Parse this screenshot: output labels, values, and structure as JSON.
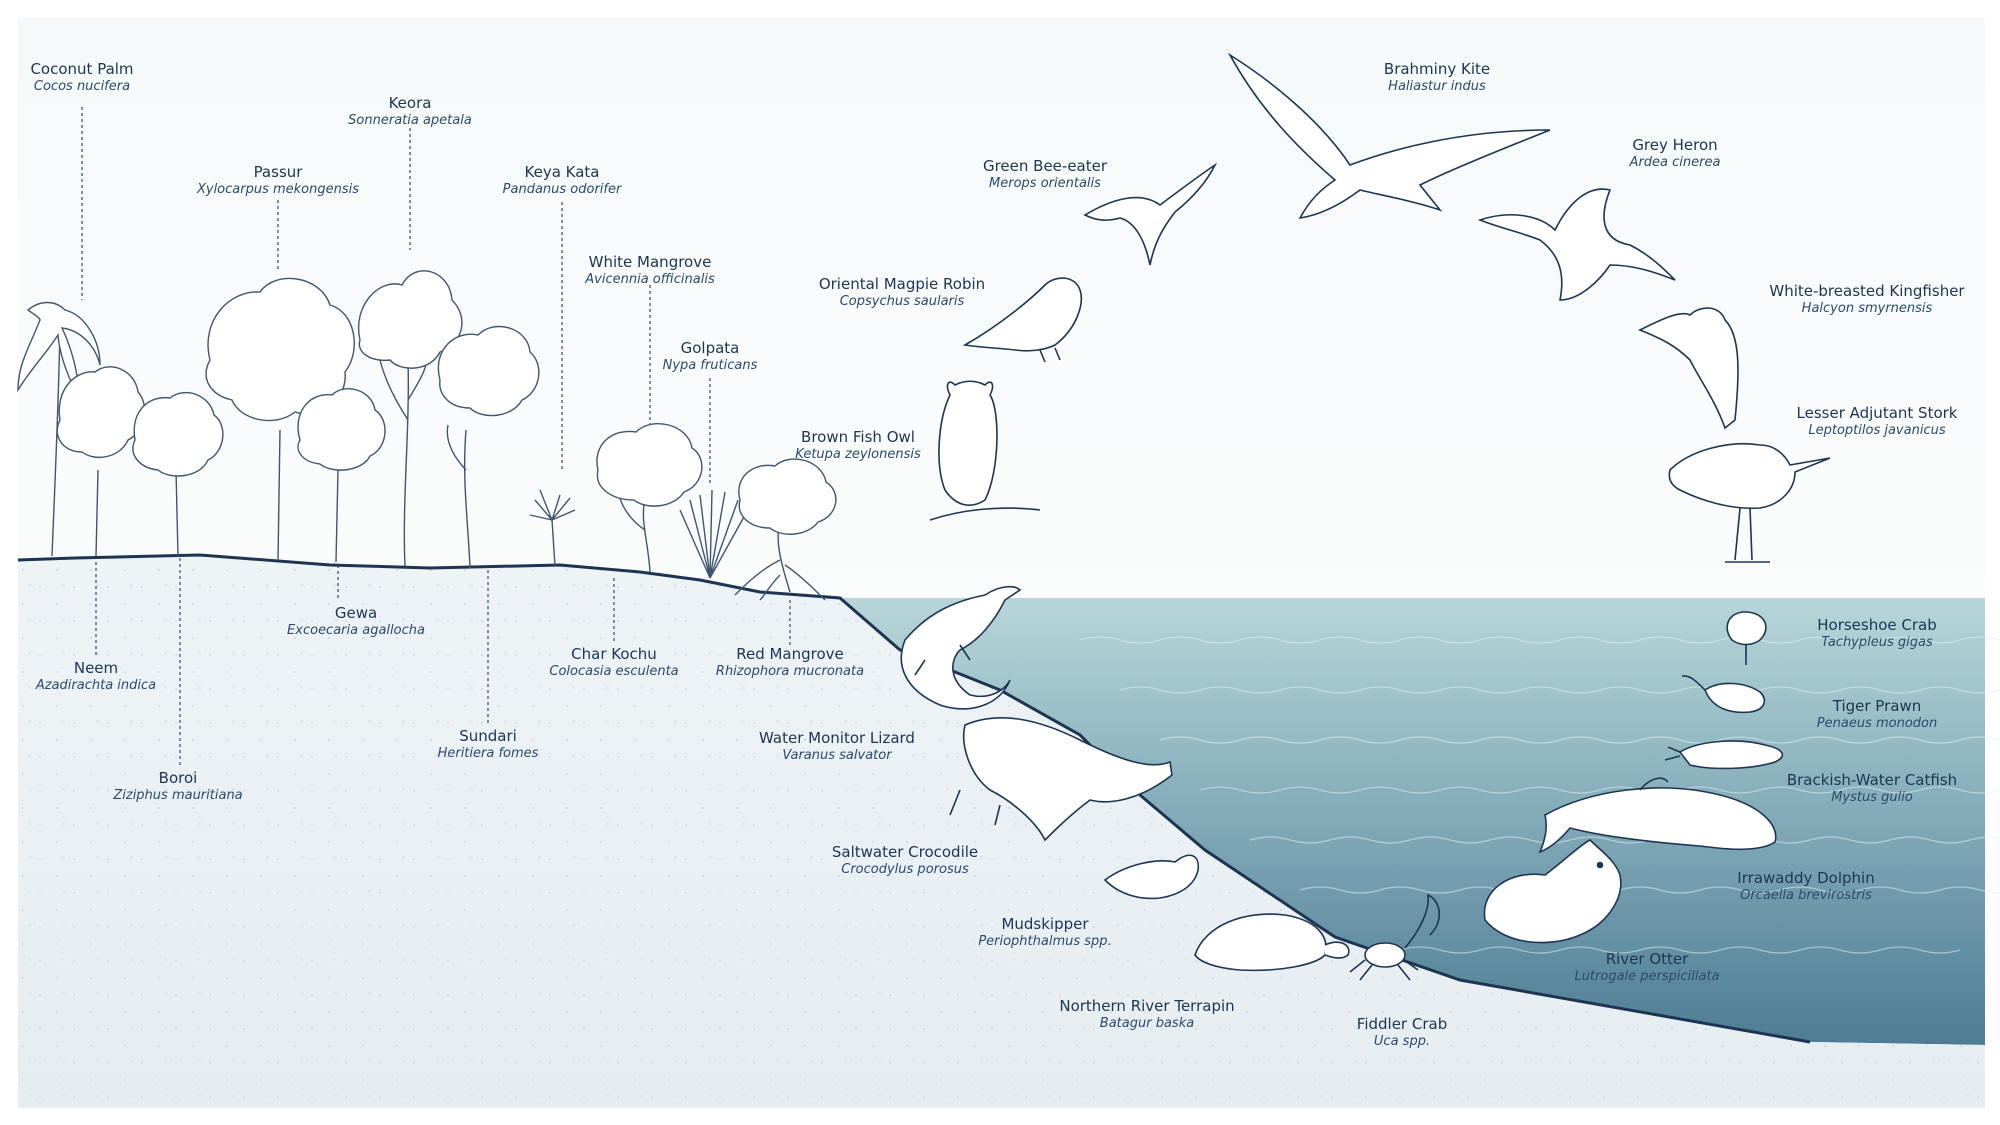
{
  "colors": {
    "ink": "#1e3552",
    "water_light": "#b8d6d9",
    "water_dark": "#4e7c94",
    "soil": "#edf2f5",
    "sky": "#f1f5f6"
  },
  "labels": {
    "coconut_palm": {
      "common": "Coconut Palm",
      "scientific": "Cocos nucifera"
    },
    "keora": {
      "common": "Keora",
      "scientific": "Sonneratia apetala"
    },
    "passur": {
      "common": "Passur",
      "scientific": "Xylocarpus mekongensis"
    },
    "keya_kata": {
      "common": "Keya Kata",
      "scientific": "Pandanus odorifer"
    },
    "white_mangrove": {
      "common": "White Mangrove",
      "scientific": "Avicennia officinalis"
    },
    "golpata": {
      "common": "Golpata",
      "scientific": "Nypa fruticans"
    },
    "neem": {
      "common": "Neem",
      "scientific": "Azadirachta indica"
    },
    "gewa": {
      "common": "Gewa",
      "scientific": "Excoecaria agallocha"
    },
    "boroi": {
      "common": "Boroi",
      "scientific": "Ziziphus mauritiana"
    },
    "sundari": {
      "common": "Sundari",
      "scientific": "Heritiera fomes"
    },
    "char_kochu": {
      "common": "Char Kochu",
      "scientific": "Colocasia esculenta"
    },
    "red_mangrove": {
      "common": "Red Mangrove",
      "scientific": "Rhizophora mucronata"
    },
    "brahminy_kite": {
      "common": "Brahminy Kite",
      "scientific": "Haliastur indus"
    },
    "green_bee_eater": {
      "common": "Green Bee-eater",
      "scientific": "Merops orientalis"
    },
    "grey_heron": {
      "common": "Grey Heron",
      "scientific": "Ardea cinerea"
    },
    "oriental_magpie_robin": {
      "common": "Oriental Magpie Robin",
      "scientific": "Copsychus saularis"
    },
    "white_breasted_kingfisher": {
      "common": "White-breasted Kingfisher",
      "scientific": "Halcyon smyrnensis"
    },
    "brown_fish_owl": {
      "common": "Brown Fish Owl",
      "scientific": "Ketupa zeylonensis"
    },
    "lesser_adjutant_stork": {
      "common": "Lesser Adjutant Stork",
      "scientific": "Leptoptilos javanicus"
    },
    "water_monitor_lizard": {
      "common": "Water Monitor Lizard",
      "scientific": "Varanus salvator"
    },
    "saltwater_crocodile": {
      "common": "Saltwater Crocodile",
      "scientific": "Crocodylus porosus"
    },
    "mudskipper": {
      "common": "Mudskipper",
      "scientific": "Periophthalmus spp."
    },
    "northern_river_terrapin": {
      "common": "Northern River Terrapin",
      "scientific": "Batagur baska"
    },
    "fiddler_crab": {
      "common": "Fiddler Crab",
      "scientific": "Uca spp."
    },
    "horseshoe_crab": {
      "common": "Horseshoe Crab",
      "scientific": "Tachypleus gigas"
    },
    "tiger_prawn": {
      "common": "Tiger Prawn",
      "scientific": "Penaeus monodon"
    },
    "brackish_water_catfish": {
      "common": "Brackish-Water Catfish",
      "scientific": "Mystus gulio"
    },
    "irrawaddy_dolphin": {
      "common": "Irrawaddy Dolphin",
      "scientific": "Orcaella brevirostris"
    },
    "river_otter": {
      "common": "River Otter",
      "scientific": "Lutrogale perspicillata"
    }
  }
}
